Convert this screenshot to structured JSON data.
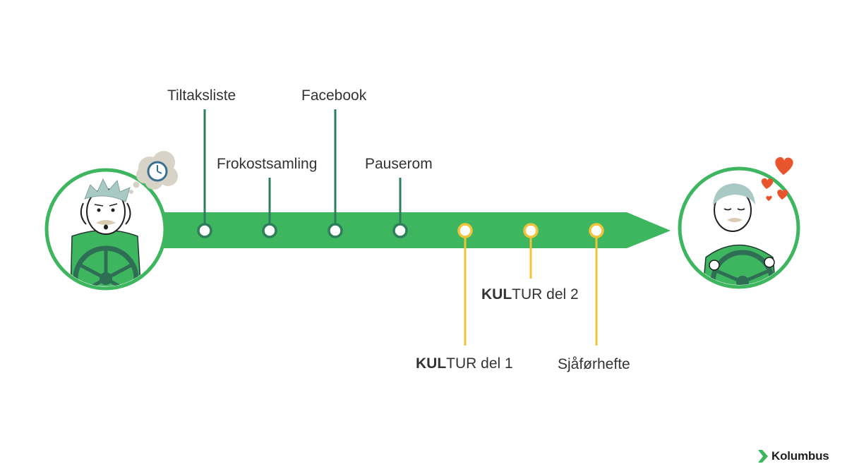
{
  "colors": {
    "arrow": "#3eb55f",
    "dark_green": "#2e7d5b",
    "yellow": "#f2c237",
    "heart": "#e8552d",
    "hair": "#a9c9c4",
    "thought_cloud": "#d8d3c7"
  },
  "milestones_above": [
    {
      "label": "Tiltaksliste"
    },
    {
      "label": "Frokostsamling"
    },
    {
      "label": "Facebook"
    },
    {
      "label": "Pauserom"
    }
  ],
  "milestones_below": [
    {
      "label_bold": "KUL",
      "label_rest": "TUR del 1"
    },
    {
      "label_bold": "KUL",
      "label_rest": "TUR del 2"
    },
    {
      "label_bold": "",
      "label_rest": "Sjåførhefte"
    }
  ],
  "icons": {
    "start": "stressed-driver-icon",
    "thought": "clock-thought-icon",
    "end": "happy-driver-icon",
    "hearts": "hearts-icon",
    "logo": "kolumbus-chevron-icon"
  },
  "brand": {
    "name": "Kolumbus"
  }
}
